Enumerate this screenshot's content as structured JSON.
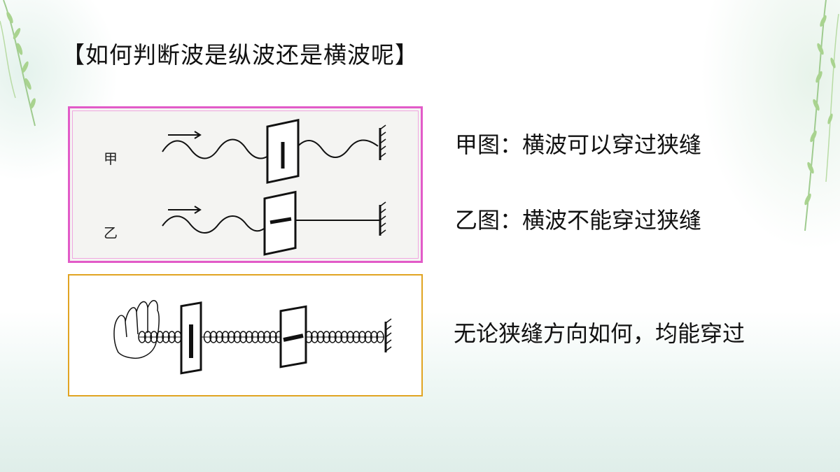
{
  "title": "【如何判断波是纵波还是横波呢】",
  "diagram": {
    "jia_label": "甲",
    "yi_label": "乙"
  },
  "descriptions": {
    "jia": "甲图：横波可以穿过狭缝",
    "yi": "乙图：横波不能穿过狭缝",
    "spring": "无论狭缝方向如何，均能穿过"
  },
  "colors": {
    "box1_border": "#e25bc8",
    "box2_border": "#e1a422",
    "willow": "#8fc28a"
  },
  "icons": [
    "willow-branch-left",
    "willow-branch-right",
    "hand-icon",
    "arrow-icon",
    "wall-icon"
  ]
}
